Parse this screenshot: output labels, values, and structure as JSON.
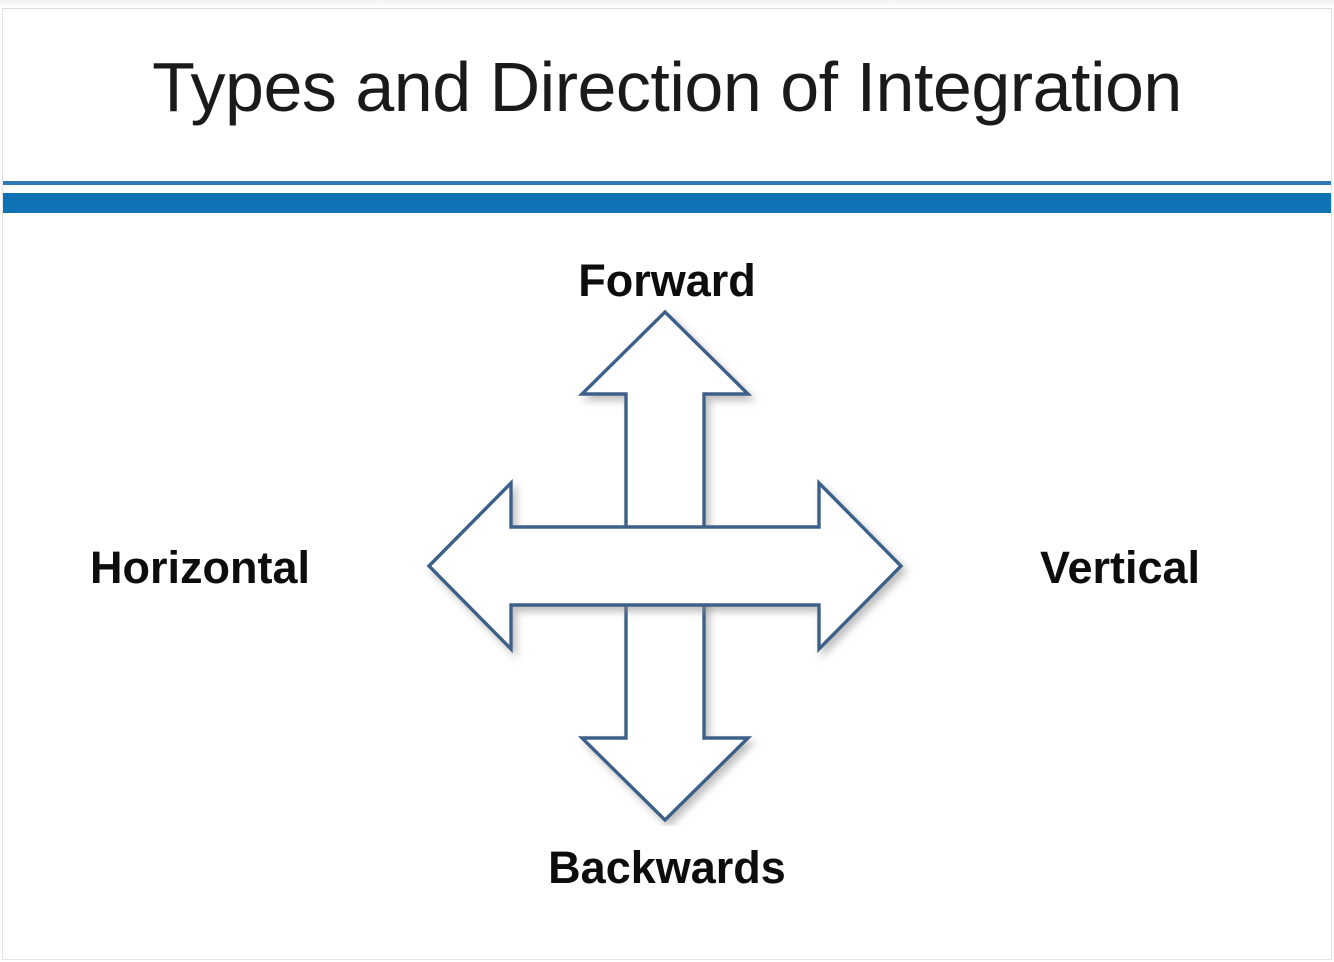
{
  "slide": {
    "title": "Types and Direction of Integration",
    "background_color": "#ffffff",
    "title_color": "#1a1a1a",
    "divider_thin_color": "#2f79b8",
    "divider_thick_color": "#0e72b5"
  },
  "diagram": {
    "type": "four-way-arrow",
    "shape_name": "cross-arrow",
    "fill_color": "#ffffff",
    "stroke_color": "#3e6189",
    "stroke_width": "3",
    "shadow": "drop-shadow",
    "labels": {
      "top": "Forward",
      "bottom": "Backwards",
      "left": "Horizontal",
      "right": "Vertical"
    },
    "label_color": "#0d0d0d",
    "arrows": [
      {
        "direction": "up",
        "name": "arrow-up",
        "label": "Forward"
      },
      {
        "direction": "down",
        "name": "arrow-down",
        "label": "Backwards"
      },
      {
        "direction": "left",
        "name": "arrow-left",
        "label": "Horizontal"
      },
      {
        "direction": "right",
        "name": "arrow-right",
        "label": "Vertical"
      }
    ]
  }
}
